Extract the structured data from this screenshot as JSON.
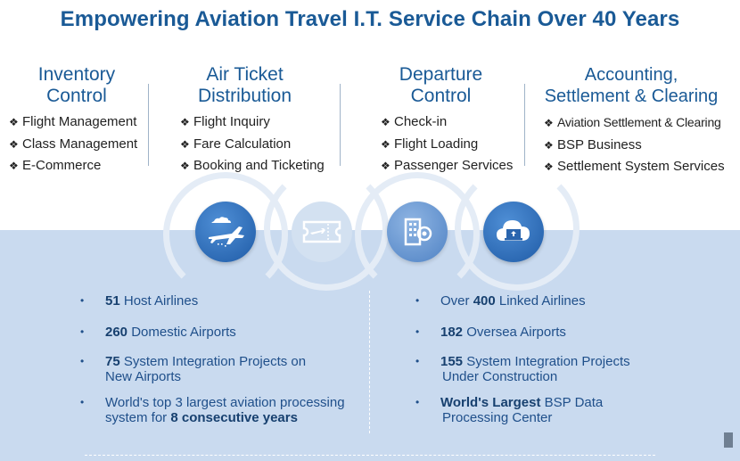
{
  "title": "Empowering Aviation Travel I.T. Service Chain Over 40 Years",
  "columns": [
    {
      "head1": "Inventory",
      "head2": "Control",
      "items": [
        "Flight Management",
        "Class Management",
        "E-Commerce"
      ]
    },
    {
      "head1": "Air Ticket",
      "head2": "Distribution",
      "items": [
        "Flight Inquiry",
        "Fare Calculation",
        "Booking and Ticketing"
      ]
    },
    {
      "head1": "Departure",
      "head2": "Control",
      "items": [
        "Check-in",
        "Flight Loading",
        "Passenger Services"
      ]
    },
    {
      "head1": "Accounting,",
      "head2": "Settlement &  Clearing",
      "items": [
        "Aviation Settlement & Clearing",
        "BSP Business",
        "Settlement System Services"
      ]
    }
  ],
  "bullet_glyph": "❖",
  "stats_left": [
    {
      "bold": "51",
      "text": " Host Airlines"
    },
    {
      "bold": "260",
      "text": " Domestic Airports"
    },
    {
      "bold": "75",
      "text": " System Integration Projects on",
      "line2": "New Airports"
    },
    {
      "pre": "World's top 3 largest aviation processing",
      "line2pre": "system for ",
      "bold2": "8 consecutive years"
    }
  ],
  "stats_right": [
    {
      "pre": "Over ",
      "bold": "400",
      "text": " Linked Airlines"
    },
    {
      "bold": "182",
      "text": " Oversea Airports"
    },
    {
      "bold": "155",
      "text": " System Integration Projects",
      "line2": "Under Construction"
    },
    {
      "bold": "World's Largest",
      "text": " BSP Data",
      "line2": "Processing Center"
    }
  ],
  "icons": [
    "airplane-icon",
    "ticket-icon",
    "departure-building-icon",
    "cloud-laptop-icon"
  ],
  "colors": {
    "accent": "#1a5a96",
    "band": "#c9daef",
    "icon_dark": "#1f5ba6"
  }
}
